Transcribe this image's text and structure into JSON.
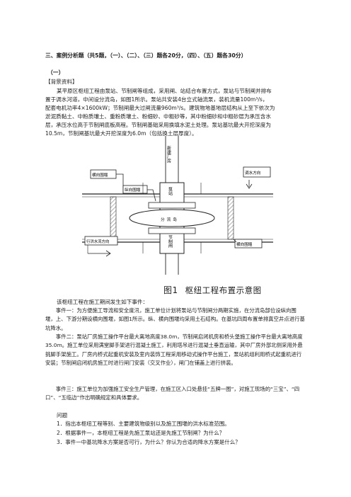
{
  "section_heading": "三、案例分析题（共5题，（一）、（二）、（三）题各20分，（四）、（五）题各30分）",
  "case_number": "（一）",
  "background_title": "【背景资料】",
  "background_lines": [
    "某平原区枢纽工程由泵站、节制闸等组成，采用闸、站结合布置方式，泵站与节制闸并排布",
    "置于调水河道，中间设分流岛，如图1所示。泵站共安装4台立式轴流泵，装机流量100m³/s，",
    "配套电机功率4×1600kW；节制闸最大过闸流量960m³/s。建筑物地基地层结构从上至下依次为",
    "淤泥质黏土、中粉质壤土、重粉质壤土、粉细砂、中粗砂等，其中粉细砂和中粗砂层为承压含水",
    "层，承压水位高于节制闸底板高程。节制闸基础采用换填水泥土处理。泵站基坑最大开挖深度为",
    "10.5m，节制闸基坑最大开挖深度为6.0m（包括换土层厚度）。"
  ],
  "diagram": {
    "labels": {
      "factory": "新建厂房",
      "upper_cofferdam": "横向围堰",
      "longitudinal_cofferdam": "纵向围堰",
      "pump_station": "泵站",
      "sluice": "节制闸",
      "island": "分流岛",
      "flow_left": "行洪水流方向",
      "flow_right": "调水方向",
      "lower_cofferdam": "横向围堰"
    },
    "caption_number": "图1",
    "caption_text": "枢纽工程布置示意图"
  },
  "events_intro": "该枢纽工程在施工期间发生如下事件：",
  "events": [
    "事件一：为方便施工导流和安全度汛，施工单位计划将泵站与节制闸分两期实施，在分流岛部位设纵向围堰，上、下游分期设横向围堰，如图1所示。纵、横向围堰均采用土石结构。在基坑四周布置单排真空井点进行基坑降水。",
    "事件二：泵站厂房施工操作平台最大离地高度38.0m，节制闸启闭机房和桥头堡施工操作平台最大离地高度35.0m。施工单位采用满堂脚手架进行混凝土施工，利用塔吊进行混凝土垂直运输，其中厂房外部北侧采用外悬挑脚手架施工。厂房内桥式起重机安装及室内装饰工程采用移动式操作平台施工，泵站机组利用桥式起重机进行安装；节制闸启闭机房施工时进行闸门安装（交叉作业），闸门在铺盖上进行拼装。",
    "事件三：施工单位为加强施工安全生产管理，在施工区入口处悬挂“五牌一图”，对施工现场的“三宝”、“四口”、“五临边”作出明确规定和具体要求。"
  ],
  "questions_title": "问题",
  "questions": [
    "1．指出本枢纽工程等别、主要建筑物级别以及施工围堰的洪水标准范围。",
    "2．根据事件一，本枢纽工程是先施工泵站还是先施工节制闸？为什么？",
    "3．事件一中基坑降水方案是否可行，为什么？你认为合适的降水方案是什么？"
  ]
}
